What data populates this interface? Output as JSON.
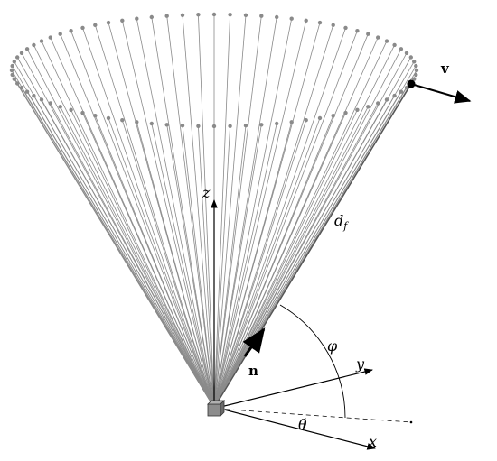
{
  "labels": {
    "z": "z",
    "y": "y",
    "x": "x",
    "n": "n",
    "v": "v",
    "phi": "φ",
    "theta": "θ",
    "df": "d",
    "df_sub": "f"
  },
  "colors": {
    "ray": "#8a8a8a",
    "dot": "#8a8a8a",
    "axis": "#000000",
    "sensor": "#808080"
  },
  "diagram": {
    "ray_count": 80,
    "description_kind": "fan-of-rays-from-sensor"
  }
}
